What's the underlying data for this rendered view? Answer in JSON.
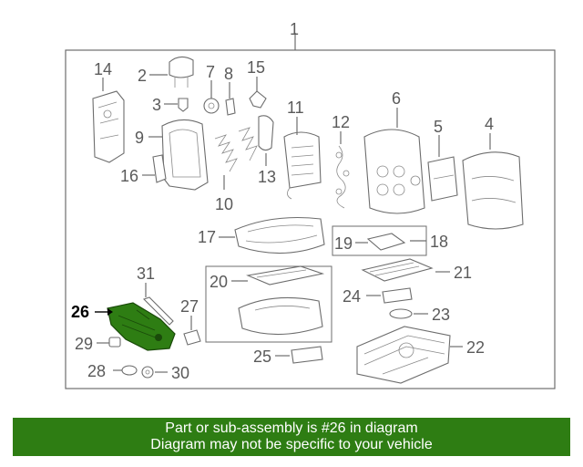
{
  "diagram": {
    "callouts": {
      "c1": "1",
      "c2": "2",
      "c3": "3",
      "c4": "4",
      "c5": "5",
      "c6": "6",
      "c7": "7",
      "c8": "8",
      "c9": "9",
      "c10": "10",
      "c11": "11",
      "c12": "12",
      "c13": "13",
      "c14": "14",
      "c15": "15",
      "c16": "16",
      "c17": "17",
      "c18": "18",
      "c19": "19",
      "c20": "20",
      "c21": "21",
      "c22": "22",
      "c23": "23",
      "c24": "24",
      "c25": "25",
      "c26": "26",
      "c27": "27",
      "c28": "28",
      "c29": "29",
      "c30": "30",
      "c31": "31"
    },
    "highlight_part": "26",
    "highlight_color": "#2e7d13"
  },
  "banner": {
    "line1": "Part or sub-assembly is #26 in diagram",
    "line2": "Diagram may not be specific to your vehicle",
    "background": "#2e7d13",
    "text_color": "#ffffff"
  }
}
